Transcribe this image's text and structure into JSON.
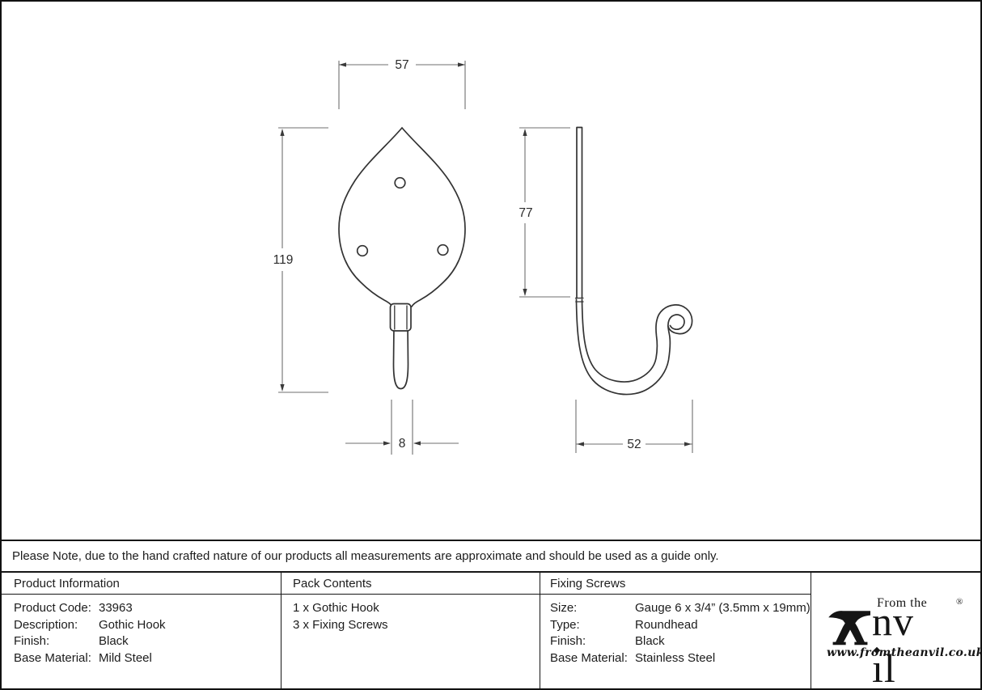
{
  "note": "Please Note, due to the hand crafted nature of our products all measurements are approximate and should be used as a guide only.",
  "dimensions": {
    "front_width": "57",
    "front_height": "119",
    "stem_width": "8",
    "side_plate_height": "77",
    "hook_depth": "52"
  },
  "table": {
    "product_information": {
      "title": "Product Information",
      "rows": [
        {
          "label": "Product Code:",
          "value": "33963"
        },
        {
          "label": "Description:",
          "value": "Gothic Hook"
        },
        {
          "label": "Finish:",
          "value": "Black"
        },
        {
          "label": "Base Material:",
          "value": "Mild Steel"
        }
      ]
    },
    "pack_contents": {
      "title": "Pack Contents",
      "items": [
        "1 x Gothic Hook",
        "3 x Fixing Screws"
      ]
    },
    "fixing_screws": {
      "title": "Fixing Screws",
      "rows": [
        {
          "label": "Size:",
          "value": "Gauge 6 x 3/4” (3.5mm x 19mm)"
        },
        {
          "label": "Type:",
          "value": "Roundhead"
        },
        {
          "label": "Finish:",
          "value": "Black"
        },
        {
          "label": "Base Material:",
          "value": "Stainless Steel"
        }
      ]
    }
  },
  "logo": {
    "tagline": "From the",
    "brand_nv": "nv",
    "brand_il": "ıl",
    "registered": "®",
    "website": "www.fromtheanvil.co.uk"
  }
}
